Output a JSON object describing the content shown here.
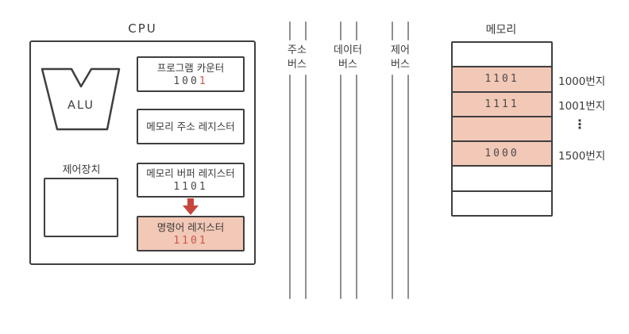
{
  "cpu": {
    "title": "CPU",
    "alu_label": "ALU",
    "control_unit_label": "제어장치",
    "registers": [
      {
        "name": "program-counter",
        "label": "프로그램 카운터",
        "value_main": "100",
        "value_accent": "1"
      },
      {
        "name": "memory-address-register",
        "label": "메모리 주소 레지스터",
        "value": ""
      },
      {
        "name": "memory-buffer-register",
        "label": "메모리 버퍼 레지스터",
        "value": "1101"
      },
      {
        "name": "instruction-register",
        "label": "명령어 레지스터",
        "value": "1101",
        "highlighted": true,
        "value_color": "#cf544b"
      }
    ]
  },
  "buses": [
    {
      "name": "address-bus",
      "line1": "주소",
      "line2": "버스"
    },
    {
      "name": "data-bus",
      "line1": "데이터",
      "line2": "버스"
    },
    {
      "name": "control-bus",
      "line1": "제어",
      "line2": "버스"
    }
  ],
  "memory": {
    "title": "메모리",
    "ellipsis": "⋮",
    "rows": [
      {
        "value": "",
        "highlighted": false,
        "address": ""
      },
      {
        "value": "1101",
        "highlighted": true,
        "address": "1000번지",
        "value_color": "#cf544b"
      },
      {
        "value": "1111",
        "highlighted": true,
        "address": "1001번지"
      },
      {
        "value": "",
        "highlighted": true,
        "address": "⋮"
      },
      {
        "value": "1000",
        "highlighted": true,
        "address": "1500번지"
      },
      {
        "value": "",
        "highlighted": false,
        "address": ""
      },
      {
        "value": "",
        "highlighted": false,
        "address": ""
      }
    ]
  },
  "colors": {
    "highlight_fill": "#f2c8b6",
    "accent_red": "#cf544b",
    "arrow_red": "#c8453e",
    "line_dark": "#3f3f3f",
    "bus_gray": "#8f8f8f"
  }
}
